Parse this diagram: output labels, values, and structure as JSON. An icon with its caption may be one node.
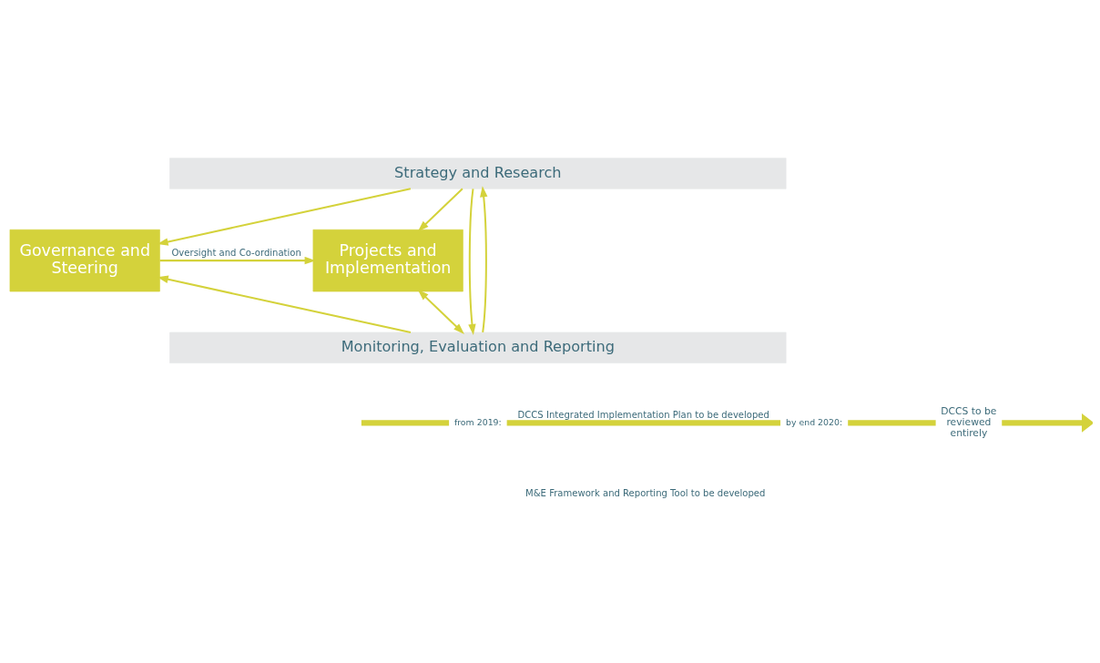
{
  "diagram": {
    "nodes": [
      {
        "text": [
          "Strategy and Research"
        ]
      },
      {
        "text": [
          "Governance and Steering"
        ]
      },
      {
        "text": [
          "Projects and Implementation"
        ]
      },
      {
        "text": [
          "Monitoring, Evaluation and Reporting"
        ]
      },
      {
        "text": [
          "from 2019:"
        ]
      },
      {
        "text": [
          "by end 2020:"
        ]
      },
      {
        "text": [
          "DCCS to be reviewed entirely"
        ]
      }
    ],
    "edges": [
      {
        "from": 0,
        "to": 1,
        "arrow": "to"
      },
      {
        "from": 3,
        "to": 1,
        "arrow": "to"
      },
      {
        "from": 1,
        "to": 2,
        "arrow": "to",
        "label": "Oversight and Co-ordination"
      },
      {
        "from": 0,
        "to": 2,
        "arrow": "to"
      },
      {
        "from": 2,
        "to": 3,
        "arrow": "both"
      },
      {
        "from": 3,
        "to": 0,
        "arrow": "to"
      },
      {
        "from": 0,
        "to": 3,
        "arrow": "to"
      },
      {
        "from": null,
        "to": 4,
        "arrow": "none",
        "style": "thick"
      },
      {
        "from": 4,
        "to": 5,
        "arrow": "none",
        "style": "thick",
        "label": "DCCS Integrated Implementation Plan to be developed"
      },
      {
        "from": 5,
        "to": 6,
        "arrow": "none",
        "style": "thick"
      },
      {
        "from": 6,
        "to": null,
        "arrow": "to",
        "style": "thick"
      }
    ],
    "labels": [
      "M&E Framework and Reporting Tool to be developed"
    ]
  }
}
